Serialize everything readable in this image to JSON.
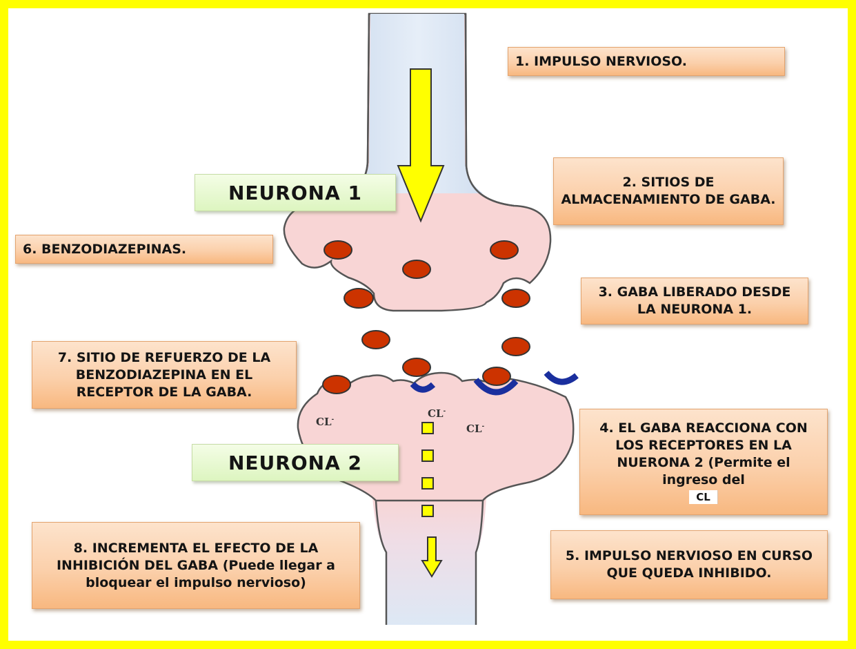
{
  "diagram": {
    "neuron1_label": "NEURONA 1",
    "neuron2_label": "NEURONA 2",
    "ion_label": "CL",
    "ion_superscript": "-",
    "steps": {
      "s1": "1. IMPULSO NERVIOSO.",
      "s2": "2. SITIOS DE ALMACENAMIENTO DE GABA.",
      "s3": "3. GABA LIBERADO DESDE LA NEURONA 1.",
      "s4": "4. EL GABA REACCIONA CON LOS RECEPTORES EN LA NUERONA 2 (Permite el ingreso del",
      "s4_ion": "CL",
      "s5": "5. IMPULSO NERVIOSO EN CURSO QUE QUEDA INHIBIDO.",
      "s6": "6. BENZODIAZEPINAS.",
      "s7": "7. SITIO DE REFUERZO DE LA BENZODIAZEPINA EN EL RECEPTOR DE LA GABA.",
      "s8": "8. INCREMENTA EL EFECTO DE LA INHIBICIÓN DEL GABA (Puede llegar a bloquear el impulso nervioso)"
    },
    "colors": {
      "frame": "#ffff00",
      "axon": "#dde8f5",
      "terminal": "#f8d5d5",
      "vesicle": "#cc3300",
      "receptor": "#1a2f9e",
      "arrow": "#ffff00",
      "step_box": "#fbd0ab",
      "neuron_label_box": "#ddf5c0"
    }
  }
}
